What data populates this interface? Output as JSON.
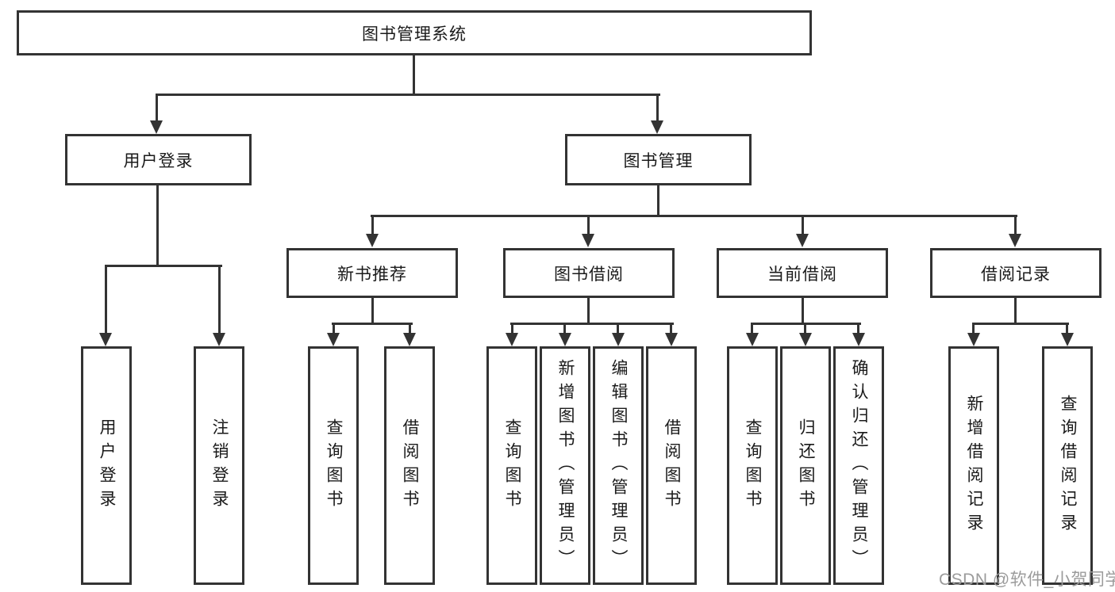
{
  "page": {
    "background": "#ffffff",
    "line_color": "#333333",
    "text_color": "#1a1a1a",
    "watermark_color": "#9b9b9b"
  },
  "tree": {
    "root": {
      "label": "图书管理系统"
    },
    "level2": [
      {
        "id": "user-login",
        "label": "用户登录"
      },
      {
        "id": "book-management",
        "label": "图书管理"
      }
    ],
    "level3": [
      {
        "id": "new-book-recommend",
        "parent": "book-management",
        "label": "新书推荐"
      },
      {
        "id": "book-borrow",
        "parent": "book-management",
        "label": "图书借阅"
      },
      {
        "id": "current-borrow",
        "parent": "book-management",
        "label": "当前借阅"
      },
      {
        "id": "borrow-record",
        "parent": "book-management",
        "label": "借阅记录"
      }
    ],
    "leaves": [
      {
        "parent": "user-login",
        "label": "用户登录"
      },
      {
        "parent": "user-login",
        "label": "注销登录"
      },
      {
        "parent": "new-book-recommend",
        "label": "查询图书"
      },
      {
        "parent": "new-book-recommend",
        "label": "借阅图书"
      },
      {
        "parent": "book-borrow",
        "label": "查询图书"
      },
      {
        "parent": "book-borrow",
        "label": "新增图书（管理员）"
      },
      {
        "parent": "book-borrow",
        "label": "编辑图书（管理员）"
      },
      {
        "parent": "book-borrow",
        "label": "借阅图书"
      },
      {
        "parent": "current-borrow",
        "label": "查询图书"
      },
      {
        "parent": "current-borrow",
        "label": "归还图书"
      },
      {
        "parent": "current-borrow",
        "label": "确认归还（管理员）"
      },
      {
        "parent": "borrow-record",
        "label": "新增借阅记录"
      },
      {
        "parent": "borrow-record",
        "label": "查询借阅记录"
      }
    ]
  },
  "watermark": {
    "text": "CSDN @软件_小贺同学"
  }
}
